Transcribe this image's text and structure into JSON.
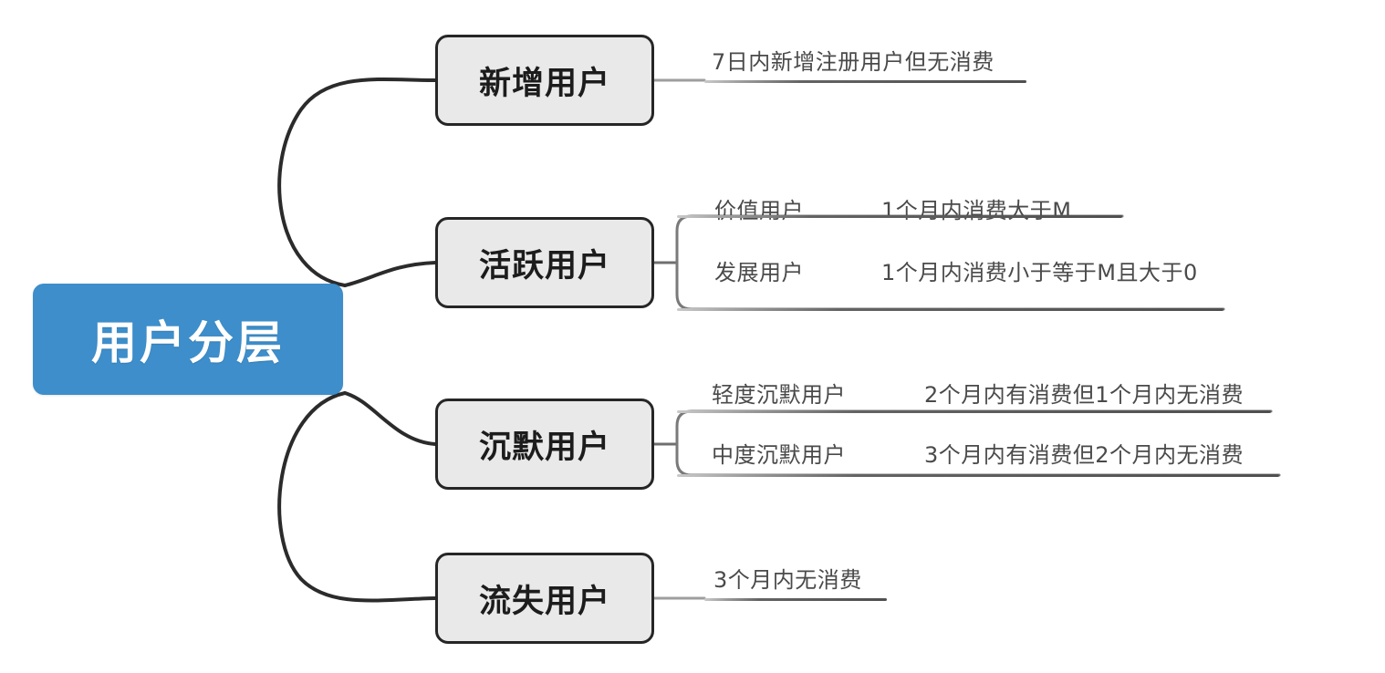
{
  "diagram": {
    "type": "mindmap",
    "title": "用户分层",
    "root": {
      "label": "用户分层",
      "color": "#3d8ecb",
      "text_color": "#ffffff"
    },
    "node_style": {
      "fill": "#e9e9e9",
      "border": "#262626",
      "text_color": "#1c1c1c"
    },
    "branches": [
      {
        "label": "新增用户",
        "leaves": [
          {
            "title": "",
            "desc": "7日内新增注册用户但无消费"
          }
        ]
      },
      {
        "label": "活跃用户",
        "leaves": [
          {
            "title": "价值用户",
            "desc": "1个月内消费大于M"
          },
          {
            "title": "发展用户",
            "desc": "1个月内消费小于等于M且大于0"
          }
        ]
      },
      {
        "label": "沉默用户",
        "leaves": [
          {
            "title": "轻度沉默用户",
            "desc": "2个月内有消费但1个月内无消费"
          },
          {
            "title": "中度沉默用户",
            "desc": "3个月内有消费但2个月内无消费"
          }
        ]
      },
      {
        "label": "流失用户",
        "leaves": [
          {
            "title": "",
            "desc": "3个月内无消费"
          }
        ]
      }
    ]
  }
}
